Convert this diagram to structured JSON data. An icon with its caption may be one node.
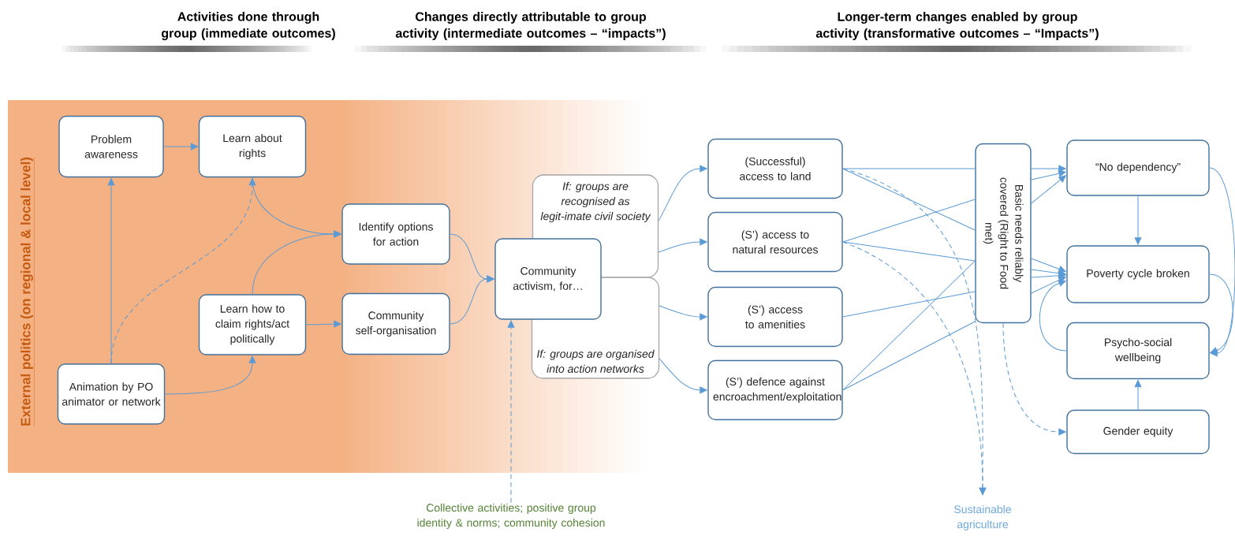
{
  "diagram": {
    "nodes": [
      {
        "text": [
          "External politics (on regional & local level)"
        ]
      },
      {
        "text": [
          "Problem awareness"
        ],
        "in": 0
      },
      {
        "text": [
          "Learn about rights"
        ],
        "in": 0
      },
      {
        "text": [
          "Identify options for action"
        ]
      },
      {
        "text": [
          "Learn how to claim rights/act politically"
        ],
        "in": 0
      },
      {
        "text": [
          "Community self-organisation"
        ]
      },
      {
        "text": [
          "Animation by PO animator or network"
        ],
        "in": 0
      },
      {
        "text": [
          "Community activism, for…"
        ]
      },
      {
        "text": [
          "If: groups are recognised as legit-imate civil society"
        ]
      },
      {
        "text": [
          "If: groups are organised into action networks"
        ]
      },
      {
        "text": [
          "(Successful) access to land"
        ]
      },
      {
        "text": [
          "(S’) access to natural resources"
        ]
      },
      {
        "text": [
          "(S’) access to amenities"
        ]
      },
      {
        "text": [
          "(S’) defence against encroachment/exploitation"
        ]
      },
      {
        "text": [
          "Basic needs reliably covered (Right to Food met)"
        ]
      },
      {
        "text": [
          "“No dependency”"
        ]
      },
      {
        "text": [
          "Poverty cycle broken"
        ]
      },
      {
        "text": [
          "Psycho-social wellbeing"
        ]
      },
      {
        "text": [
          "Gender equity"
        ]
      },
      {
        "text": [
          "Collective activities; positive group identity & norms; community cohesion"
        ]
      },
      {
        "text": [
          "Sustainable agriculture"
        ]
      }
    ],
    "edges": [
      {
        "from": 1,
        "to": 2,
        "arrow": "to"
      },
      {
        "from": 6,
        "to": 1,
        "arrow": "to"
      },
      {
        "from": 6,
        "to": 2,
        "arrow": "to",
        "style": "dashed"
      },
      {
        "from": 2,
        "to": 3,
        "arrow": "to"
      },
      {
        "from": 4,
        "to": 3,
        "arrow": "to"
      },
      {
        "from": 6,
        "to": 4,
        "arrow": "to"
      },
      {
        "from": 4,
        "to": 5,
        "arrow": "to"
      },
      {
        "from": 3,
        "to": 7,
        "arrow": "to"
      },
      {
        "from": 5,
        "to": 7,
        "arrow": "to"
      },
      {
        "from": 19,
        "to": 7,
        "arrow": "to",
        "style": "dashed"
      },
      {
        "from": 8,
        "to": 10,
        "arrow": "to"
      },
      {
        "from": 8,
        "to": 11,
        "arrow": "to"
      },
      {
        "from": 9,
        "to": 12,
        "arrow": "to"
      },
      {
        "from": 9,
        "to": 13,
        "arrow": "to"
      },
      {
        "from": 10,
        "to": 14,
        "arrow": "none"
      },
      {
        "from": 10,
        "to": 14,
        "arrow": "none"
      },
      {
        "from": 11,
        "to": 14,
        "arrow": "none"
      },
      {
        "from": 11,
        "to": 14,
        "arrow": "none"
      },
      {
        "from": 12,
        "to": 14,
        "arrow": "none"
      },
      {
        "from": 13,
        "to": 14,
        "arrow": "none"
      },
      {
        "from": 13,
        "to": 14,
        "arrow": "none"
      },
      {
        "from": 14,
        "to": 15,
        "arrow": "to"
      },
      {
        "from": 14,
        "to": 15,
        "arrow": "to"
      },
      {
        "from": 14,
        "to": 15,
        "arrow": "to"
      },
      {
        "from": 14,
        "to": 16,
        "arrow": "to"
      },
      {
        "from": 14,
        "to": 16,
        "arrow": "to"
      },
      {
        "from": 14,
        "to": 16,
        "arrow": "to"
      },
      {
        "from": 14,
        "to": 16,
        "arrow": "to"
      },
      {
        "from": 10,
        "to": 20,
        "arrow": "to",
        "style": "dashed"
      },
      {
        "from": 11,
        "to": 20,
        "arrow": "to",
        "style": "dashed"
      },
      {
        "from": 14,
        "to": 18,
        "arrow": "to",
        "style": "dashed"
      },
      {
        "from": 15,
        "to": 16,
        "arrow": "to"
      },
      {
        "from": 17,
        "to": 16,
        "arrow": "to"
      },
      {
        "from": 15,
        "to": 17,
        "arrow": "to"
      },
      {
        "from": 16,
        "to": 17,
        "arrow": "to"
      },
      {
        "from": 18,
        "to": 17,
        "arrow": "to"
      }
    ],
    "labels": [
      "Activities done through group (immediate outcomes)",
      "Changes directly attributable to group activity (intermediate outcomes – “impacts”)",
      "Longer-term changes enabled by group activity (transformative outcomes – “Impacts”)"
    ]
  }
}
